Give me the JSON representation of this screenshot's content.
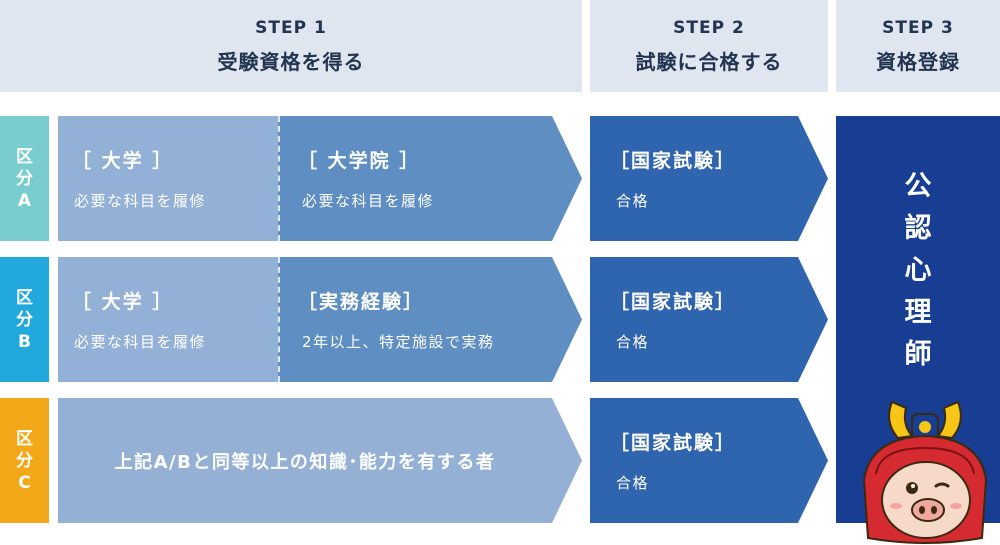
{
  "headers": {
    "step1": {
      "step": "STEP 1",
      "title": "受験資格を得る"
    },
    "step2": {
      "step": "STEP 2",
      "title": "試験に合格する"
    },
    "step3": {
      "step": "STEP 3",
      "title": "資格登録"
    }
  },
  "categories": {
    "a": [
      "区",
      "分",
      "A"
    ],
    "b": [
      "区",
      "分",
      "B"
    ],
    "c": [
      "区",
      "分",
      "C"
    ]
  },
  "rows": {
    "a": {
      "left_title": "［ 大学 ］",
      "left_desc": "必要な科目を履修",
      "right_title": "［ 大学院 ］",
      "right_desc": "必要な科目を履修"
    },
    "b": {
      "left_title": "［ 大学 ］",
      "left_desc": "必要な科目を履修",
      "right_title": "［実務経験］",
      "right_desc": "2年以上、特定施設で実務"
    },
    "c": {
      "text": "上記A/Bと同等以上の知識･能力を有する者"
    }
  },
  "exam": {
    "title": "［国家試験］",
    "result": "合格"
  },
  "final": {
    "chars": [
      "公",
      "認",
      "心",
      "理",
      "師"
    ]
  },
  "colors": {
    "header_bg": "#dfe6f0",
    "cat_a": "#79cdcf",
    "cat_b": "#21a8dc",
    "cat_c": "#f3a81a",
    "step1_light": "#93b0d6",
    "step1_mid": "#5f8ec3",
    "step2": "#2f64ae",
    "step3": "#173e93"
  }
}
